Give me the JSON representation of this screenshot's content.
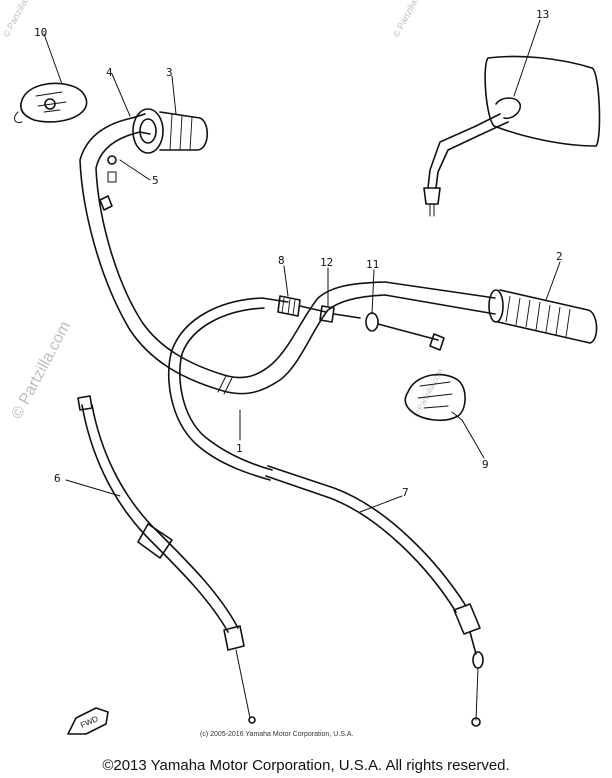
{
  "diagram": {
    "callouts": [
      {
        "id": "10",
        "label": "10"
      },
      {
        "id": "4",
        "label": "4"
      },
      {
        "id": "3",
        "label": "3"
      },
      {
        "id": "5a",
        "label": "5"
      },
      {
        "id": "13",
        "label": "13"
      },
      {
        "id": "8",
        "label": "8"
      },
      {
        "id": "12",
        "label": "12"
      },
      {
        "id": "11",
        "label": "11"
      },
      {
        "id": "2",
        "label": "2"
      },
      {
        "id": "1",
        "label": "1"
      },
      {
        "id": "9",
        "label": "9"
      },
      {
        "id": "6",
        "label": "6"
      },
      {
        "id": "7",
        "label": "7"
      }
    ],
    "watermarks": {
      "side": "© Partzilla.com",
      "corner_tl": "© Partzilla.com",
      "corner_tr": "© Partzilla.com",
      "switch": "© Partzilla.com"
    },
    "direction_label": "FWD",
    "inner_copyright": "(c) 2005-2016 Yamaha Motor Corporation, U.S.A."
  },
  "footer": {
    "copyright": "©2013 Yamaha Motor Corporation, U.S.A. All rights reserved."
  }
}
